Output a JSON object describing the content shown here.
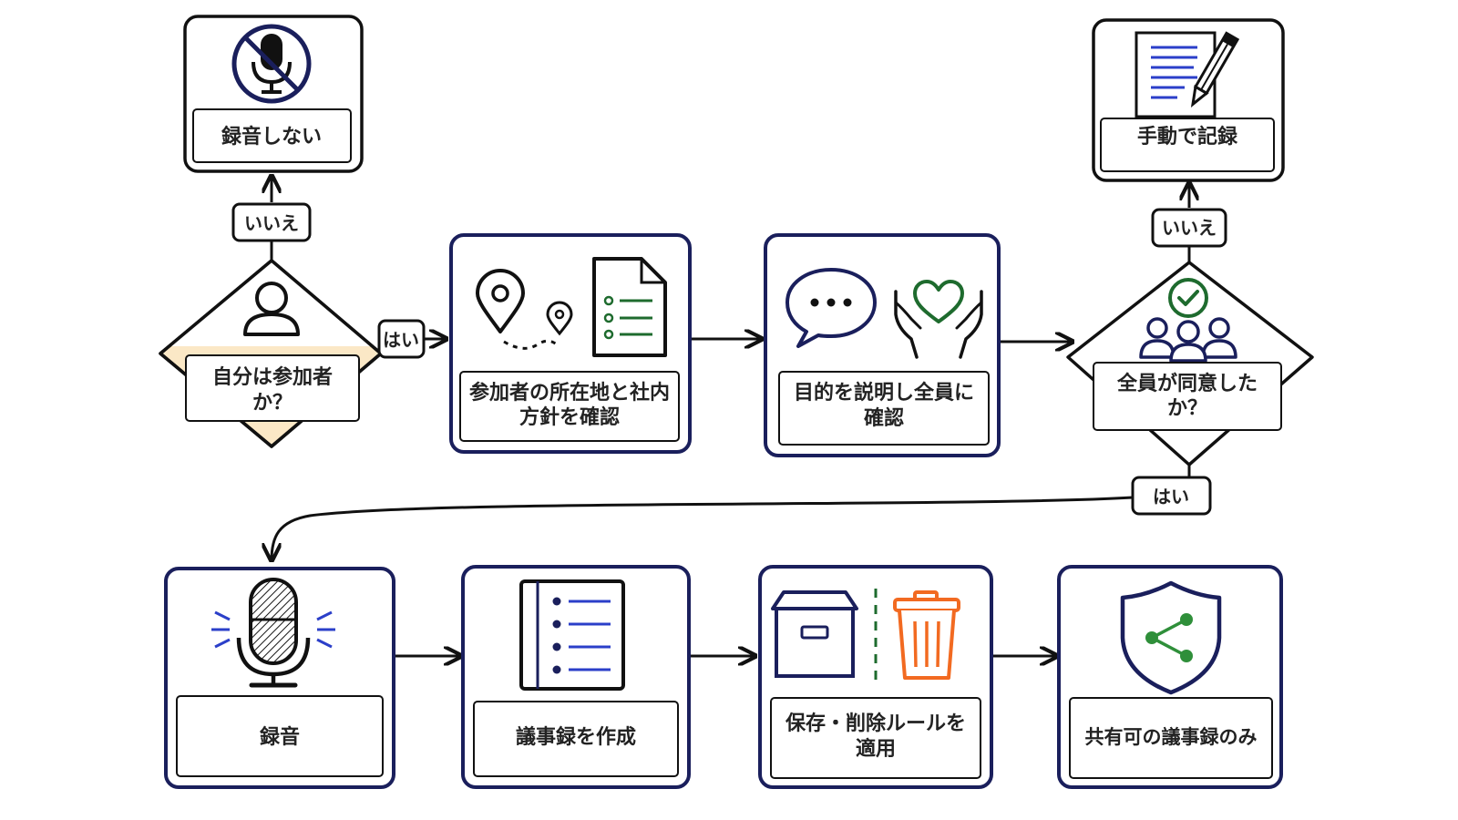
{
  "colors": {
    "navy": "#1a1f5c",
    "ink": "#222222",
    "decision_fill": "#fbe8c6",
    "icon_green": "#1e6b2e",
    "icon_blue": "#2b3fc9",
    "trash_orange": "#f26a21",
    "shield_green": "#2f8f3a"
  },
  "nodes": {
    "no_record": {
      "label": "録音しない",
      "icon": "muted-microphone-icon"
    },
    "manual_record": {
      "label": "手動で記録",
      "icon": "document-pen-icon"
    },
    "is_participant": {
      "label_line1": "自分は参加者",
      "label_line2": "か？",
      "icon": "person-icon"
    },
    "check_location": {
      "label_line1": "参加者の所在地と社内",
      "label_line2": "方針を確認",
      "icons": [
        "location-pin-icon",
        "checklist-document-icon"
      ]
    },
    "explain_purpose": {
      "label_line1": "目的を説明し全員に",
      "label_line2": "確認",
      "icons": [
        "speech-bubble-icon",
        "heart-hands-icon"
      ]
    },
    "all_agreed": {
      "label_line1": "全員が同意した",
      "label_line2": "か？",
      "icon": "group-check-icon"
    },
    "record": {
      "label": "録音",
      "icon": "microphone-icon"
    },
    "create_minutes": {
      "label": "議事録を作成",
      "icon": "list-document-icon"
    },
    "apply_rules": {
      "label_line1": "保存・削除ルールを",
      "label_line2": "適用",
      "icons": [
        "storage-box-icon",
        "trash-can-icon"
      ]
    },
    "share_only": {
      "label": "共有可の議事録のみ",
      "icon": "shield-share-icon"
    }
  },
  "edges": {
    "participant_no": "いいえ",
    "participant_yes": "はい",
    "agreed_no": "いいえ",
    "agreed_yes": "はい"
  }
}
